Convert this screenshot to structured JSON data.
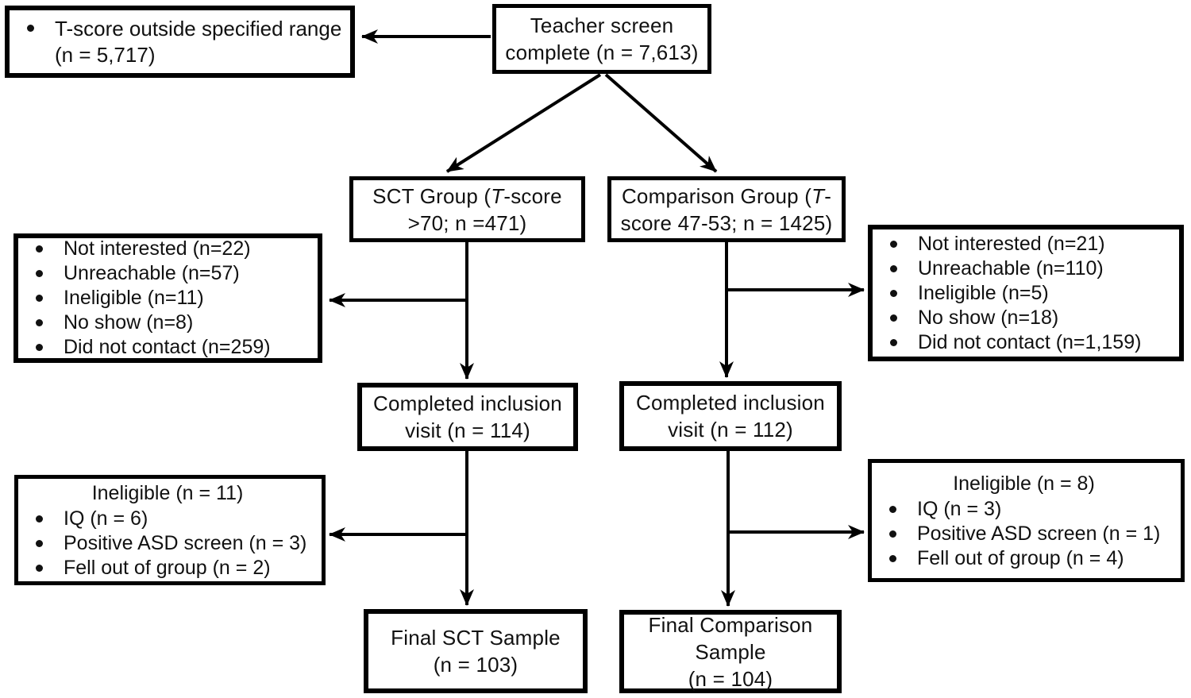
{
  "figure": {
    "background_color": "#ffffff",
    "line_color": "#000000",
    "text_color": "#111111",
    "type": "participant-flow-diagram"
  },
  "boxes": {
    "teacher_screen": {
      "lines": [
        "Teacher screen",
        "complete (n = 7,613)"
      ]
    },
    "excluded_screen": {
      "items": [
        "T-score outside specified range\n(n = 5,717)"
      ]
    },
    "sct_group": {
      "lines": [
        "SCT Group (*T*-score",
        ">70; n =471)"
      ]
    },
    "comparison_group": {
      "lines": [
        "Comparison Group (*T*-",
        "score 47-53; n = 1425)"
      ]
    },
    "sct_exclusions": {
      "items": [
        "Not interested (n=22)",
        "Unreachable (n=57)",
        "Ineligible (n=11)",
        "No show (n=8)",
        "Did not contact (n=259)"
      ]
    },
    "comparison_exclusions": {
      "items": [
        "Not interested (n=21)",
        "Unreachable (n=110)",
        "Ineligible (n=5)",
        "No show (n=18)",
        "Did not contact (n=1,159)"
      ]
    },
    "sct_completed": {
      "lines": [
        "Completed inclusion",
        "visit (n = 114)"
      ]
    },
    "comparison_completed": {
      "lines": [
        "Completed inclusion",
        "visit (n = 112)"
      ]
    },
    "sct_ineligible": {
      "title": "Ineligible (n = 11)",
      "items": [
        "IQ (n = 6)",
        "Positive ASD screen (n = 3)",
        "Fell out of group (n = 2)"
      ]
    },
    "comparison_ineligible": {
      "title": "Ineligible (n = 8)",
      "items": [
        "IQ (n = 3)",
        "Positive ASD screen (n = 1)",
        "Fell out of group (n = 4)"
      ]
    },
    "sct_final": {
      "lines": [
        "Final SCT Sample",
        "(n = 103)"
      ]
    },
    "comparison_final": {
      "lines": [
        "Final Comparison",
        "Sample",
        "(n = 104)"
      ]
    }
  }
}
